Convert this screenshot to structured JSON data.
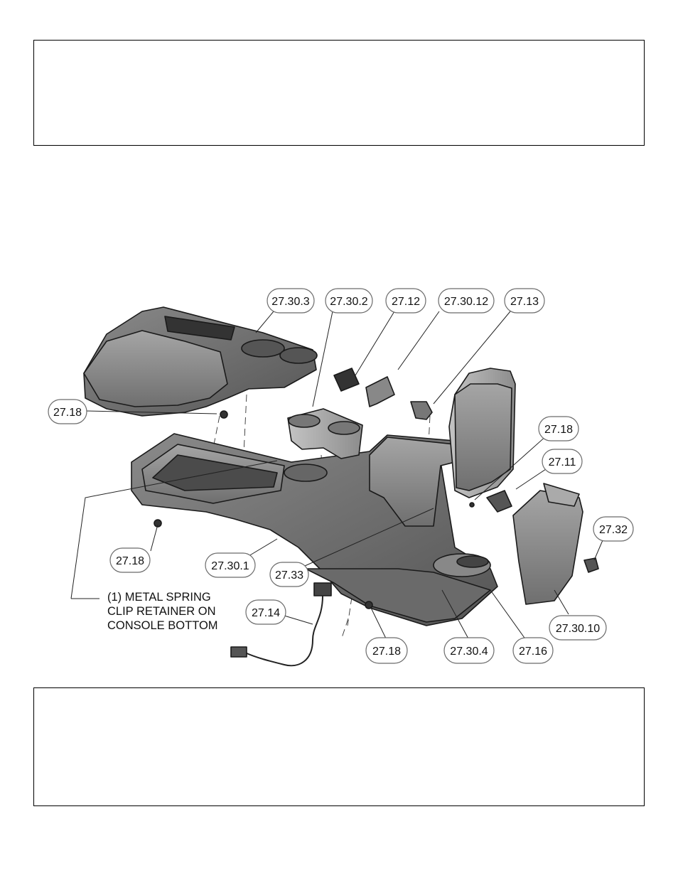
{
  "boxes": {
    "top": "",
    "bottom": ""
  },
  "callouts": {
    "c_27_30_3": "27.30.3",
    "c_27_30_2": "27.30.2",
    "c_27_12": "27.12",
    "c_27_30_12": "27.30.12",
    "c_27_13": "27.13",
    "c_27_18_a": "27.18",
    "c_27_18_b": "27.18",
    "c_27_11": "27.11",
    "c_27_32": "27.32",
    "c_27_18_c": "27.18",
    "c_27_30_1": "27.30.1",
    "c_27_33": "27.33",
    "c_27_14": "27.14",
    "c_27_18_d": "27.18",
    "c_27_30_4": "27.30.4",
    "c_27_16": "27.16",
    "c_27_30_10": "27.30.10"
  },
  "note": {
    "line1": "(1) METAL SPRING",
    "line2": "CLIP RETAINER ON",
    "line3": "CONSOLE BOTTOM"
  }
}
